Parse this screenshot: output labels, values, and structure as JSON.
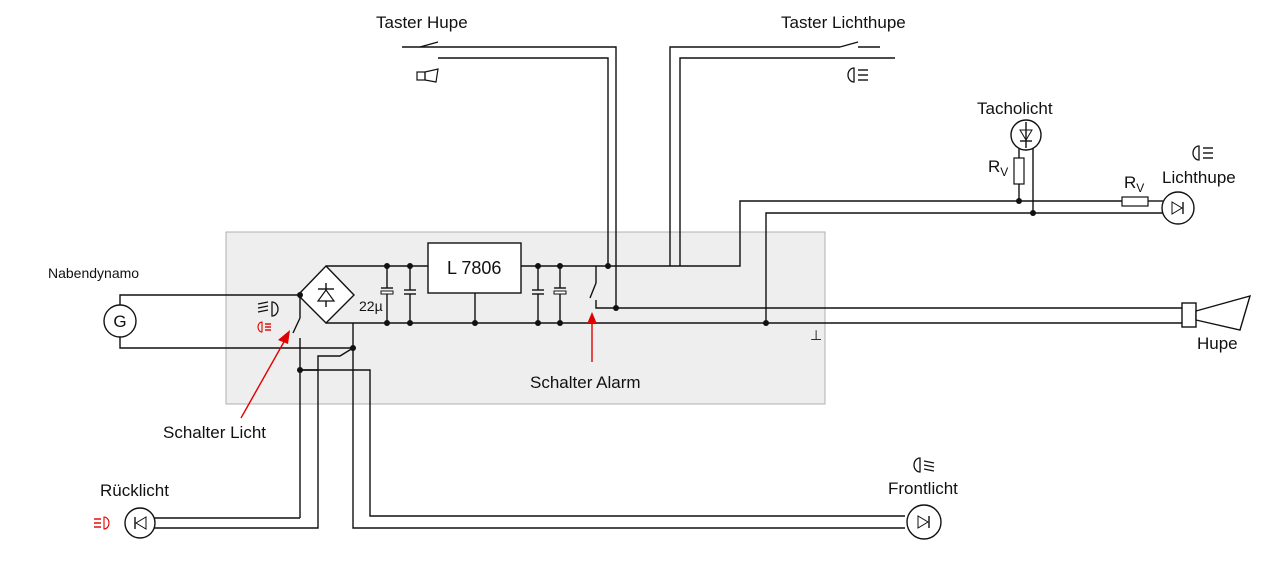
{
  "labels": {
    "taster_hupe": "Taster  Hupe",
    "taster_lichthupe": "Taster  Lichthupe",
    "tacholicht": "Tacholicht",
    "lichthupe": "Lichthupe",
    "nabendynamo": "Nabendynamo",
    "regulator": "L 7806",
    "capacitor": "22µ",
    "schalter_alarm": "Schalter Alarm",
    "schalter_licht": "Schalter Licht",
    "hupe": "Hupe",
    "ruecklicht": "Rücklicht",
    "frontlicht": "Frontlicht",
    "resistor": "R",
    "resistor_sub": "V",
    "ground_symbol": "⊥",
    "generator": "G"
  },
  "colors": {
    "wire": "#111111",
    "housing_fill": "#eeeeee",
    "housing_border": "#b0b0b0",
    "annotation_arrow": "#e00000"
  }
}
